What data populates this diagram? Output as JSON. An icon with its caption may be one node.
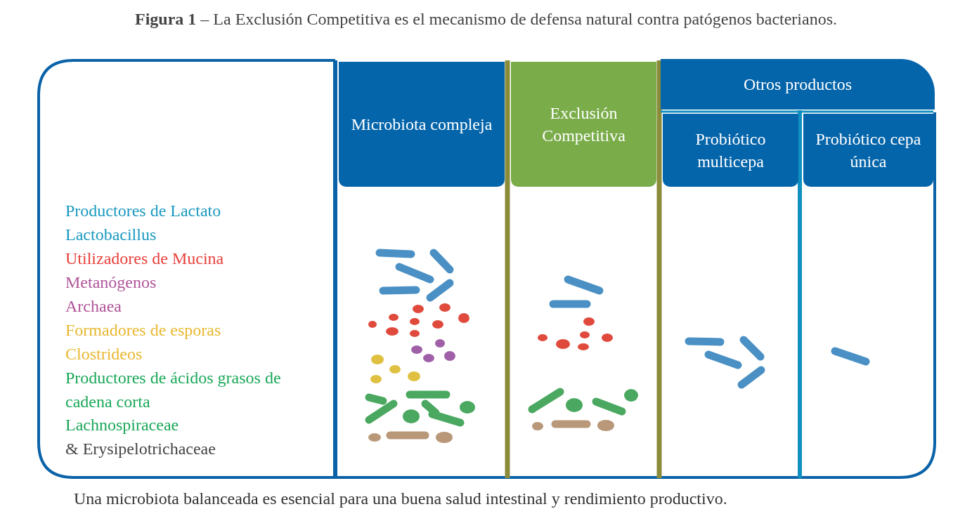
{
  "diagram": {
    "title": "**Figura 1** – La Exclusión Competitiva es el mecanismo de defensa natural contra patógenos bacterianos.",
    "caption": "Una microbiota balanceada es esencial para una buena salud intestinal y rendimiento productivo.",
    "nodes": [
      {
        "text": [
          "Microbiota compleja"
        ]
      },
      {
        "text": [
          "Exclusión Competitiva"
        ]
      },
      {
        "text": [
          "Otros productos"
        ]
      },
      {
        "text": [
          "Probiótico multicepa"
        ]
      },
      {
        "text": [
          "Probiótico cepa única"
        ]
      }
    ],
    "labels": [
      "Productores de Lactato",
      "Lactobacillus",
      "Utilizadores de Mucina",
      "Metanógenos",
      "Archaea",
      "Formadores de esporas",
      "Clostrideos",
      "Productores de ácidos grasos de cadena corta",
      "Lachnospiraceae",
      "& Erysipelotrichaceae"
    ]
  }
}
